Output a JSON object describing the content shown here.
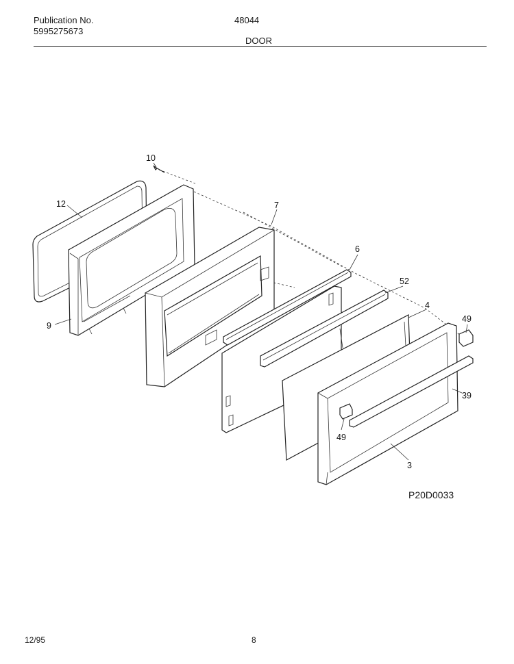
{
  "header": {
    "publication_label": "Publication No.",
    "publication_number": "5995275673",
    "model_number": "48044",
    "section_title": "DOOR"
  },
  "diagram": {
    "callouts": [
      "10",
      "12",
      "7",
      "6",
      "52",
      "4",
      "49",
      "9",
      "39",
      "49",
      "3"
    ],
    "reference_code": "P20D0033"
  },
  "footer": {
    "date": "12/95",
    "page": "8"
  }
}
